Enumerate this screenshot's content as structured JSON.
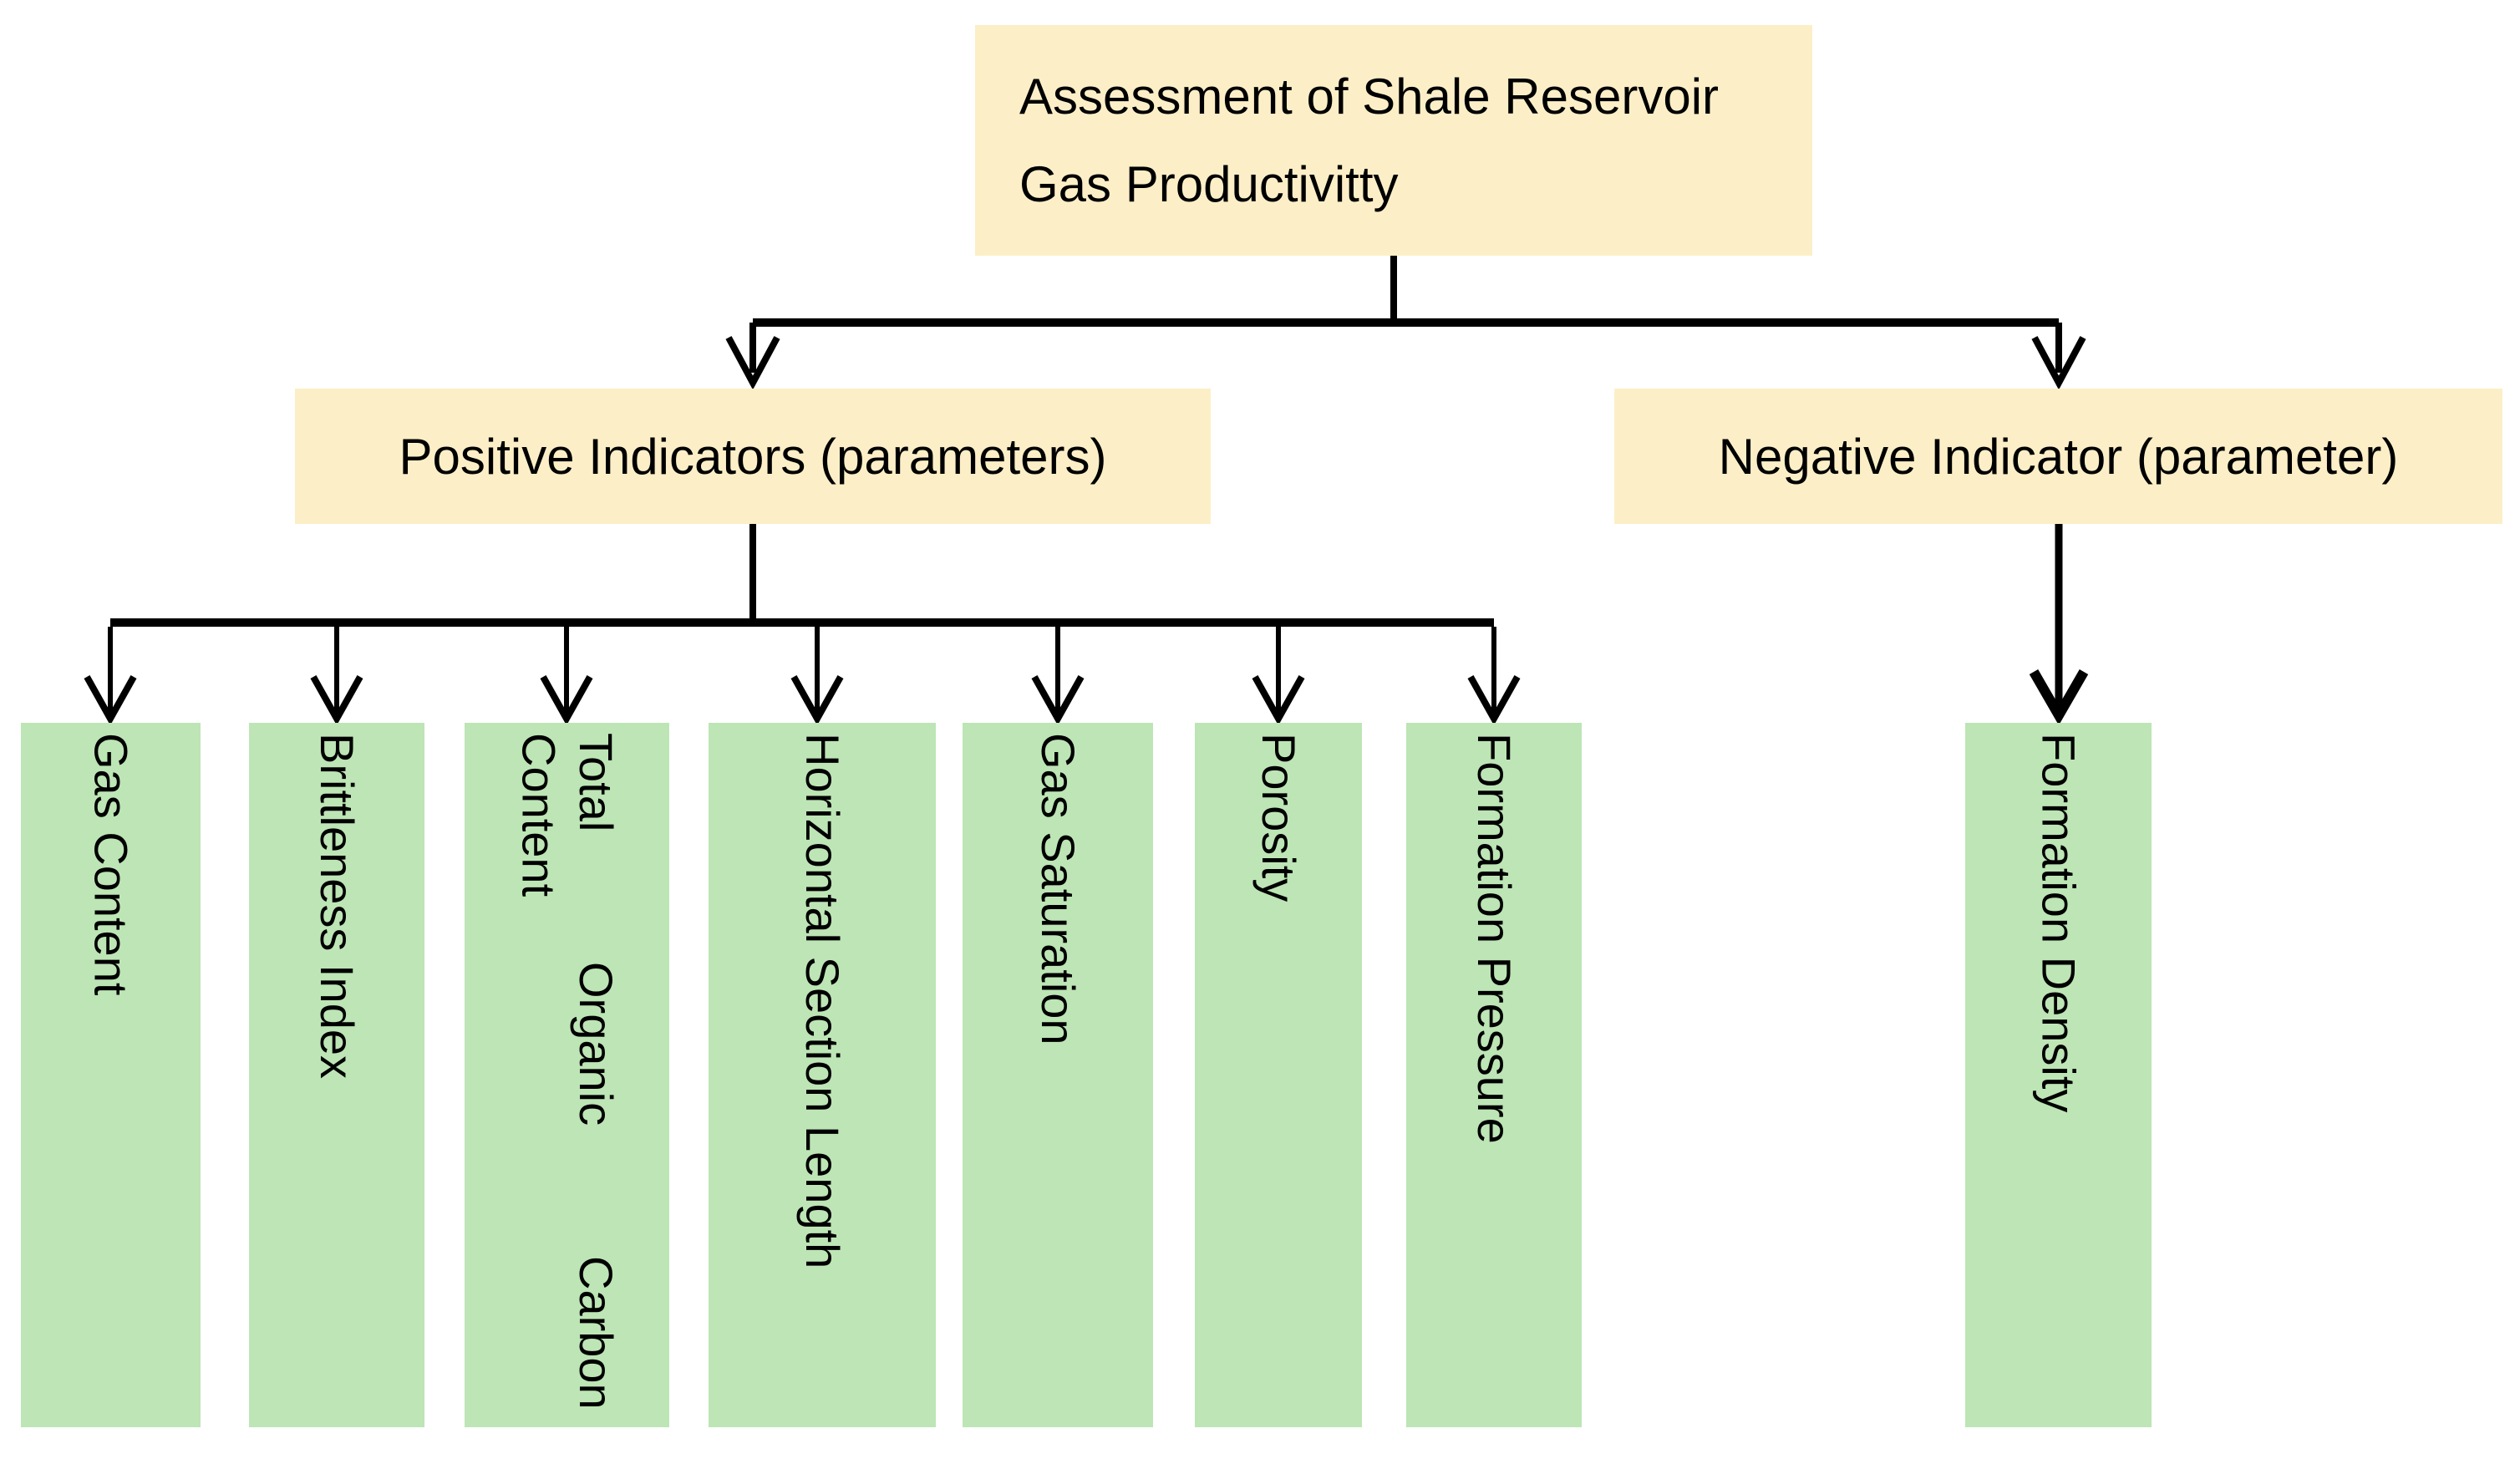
{
  "diagram": {
    "root": {
      "line1": "Assessment of Shale Reservoir",
      "line2": "Gas Productivitty"
    },
    "positive": {
      "label": "Positive Indicators (parameters)"
    },
    "negative": {
      "label": "Negative Indicator (parameter)"
    },
    "positive_children": [
      {
        "label": "Gas Content"
      },
      {
        "label": "Brittleness Index"
      },
      {
        "label": "Total Organic Carbon Content",
        "words": [
          "Total",
          "Organic",
          "Carbon",
          "Content"
        ]
      },
      {
        "label": "Horizontal Section Length"
      },
      {
        "label": "Gas Saturation"
      },
      {
        "label": "Porosity"
      },
      {
        "label": "Formation Pressure"
      }
    ],
    "negative_children": [
      {
        "label": "Formation Density"
      }
    ],
    "colors": {
      "node_fill_yellow": "#FCEFC7",
      "node_fill_green": "#BDE5B5",
      "connector": "#000000"
    }
  }
}
